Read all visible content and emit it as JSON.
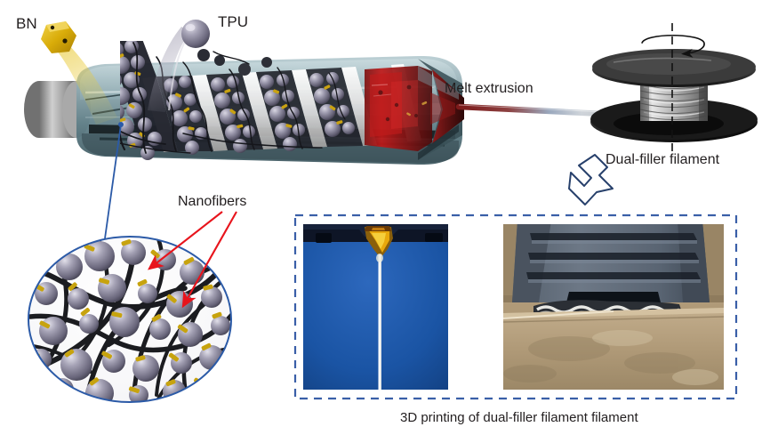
{
  "figure": {
    "title": "Dual-filler filament extrusion and 3D printing schematic",
    "type": "process-diagram"
  },
  "labels": {
    "bn": "BN",
    "tpu": "TPU",
    "melt_extrusion": "Melt extrusion",
    "dual_filler_filament": "Dual-filler filament",
    "nanofibers": "Nanofibers",
    "caption": "3D printing of dual-filler filament filament"
  },
  "colors": {
    "callout_blue": "#2b5aa7",
    "arrow_red": "#e8141c",
    "dashed_box": "#3a5fa8",
    "outline_arrow": "#27406b",
    "bn_yellow": "#e0b50a",
    "tpu_grey": "#8d8ca0",
    "melt_red": "#8c1d1d",
    "barrel_teal": "#7f9ca5",
    "spool_dark": "#2e2e2e",
    "filament_grey": "#c9c9c9",
    "photo_blue": "#1b55a6",
    "photo_tan": "#b09a78",
    "nozzle_gold": "#e0a80c",
    "printer_body": "#6a7380",
    "text": "#231f20"
  },
  "elements": {
    "extruder": {
      "name": "twin-screw extruder barrel",
      "feed_hopper_left": "BN filler feed",
      "feed_hopper_right": "TPU polymer feed",
      "melt_zone": "red melt region",
      "die_exit": "melt extrusion strand"
    },
    "spool": {
      "name": "filament take-up spool",
      "rotation": "clockwise take-up"
    },
    "magnifier": {
      "name": "microstructure callout",
      "contents": [
        "grey spheres",
        "black nanofibers",
        "yellow BN platelets"
      ]
    },
    "photos": [
      {
        "name": "filament extrusion photo",
        "description": "gold nozzle extruding white filament on blue background"
      },
      {
        "name": "printed part photo",
        "description": "printer nozzle head depositing layer on build plate"
      }
    ]
  }
}
